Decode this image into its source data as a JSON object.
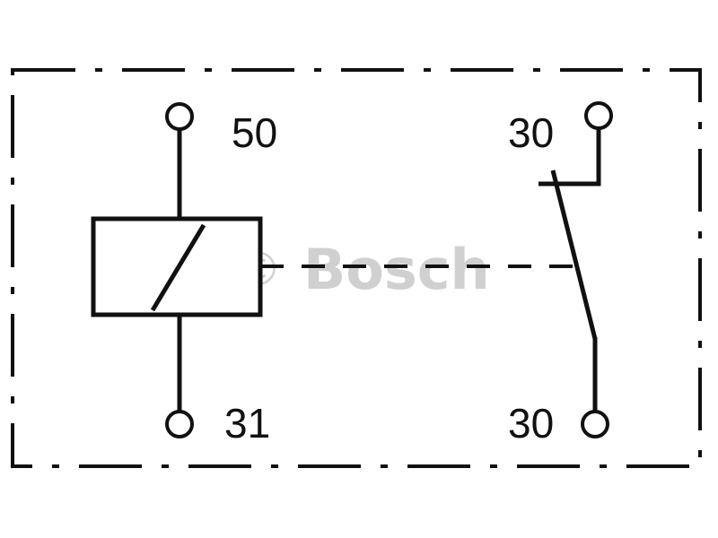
{
  "diagram": {
    "terminals": {
      "coil_top": "50",
      "coil_bottom": "31",
      "switch_top": "30",
      "switch_bottom": "30"
    },
    "watermark": {
      "symbol": "©",
      "text": "Bosch"
    },
    "colors": {
      "line": "#111111",
      "background": "#ffffff",
      "watermark": "#c8c8c8"
    }
  }
}
